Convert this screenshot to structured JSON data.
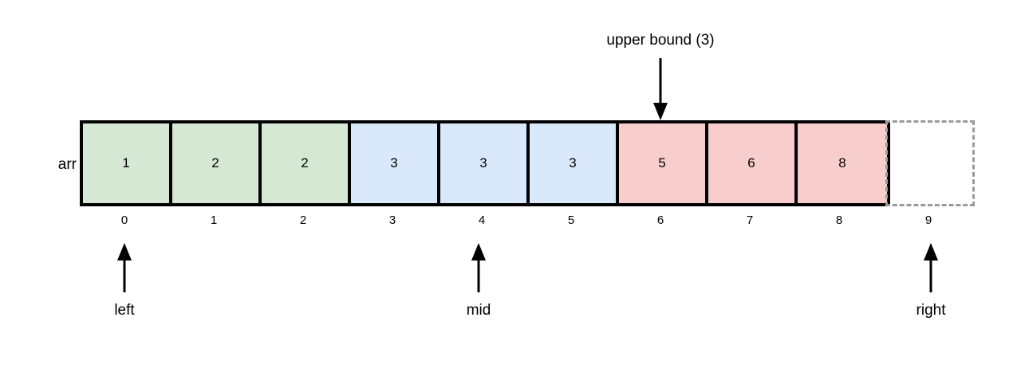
{
  "diagram": {
    "title_annotation": "upper bound (3)",
    "array_name": "arr",
    "cells": [
      {
        "value": "1",
        "index": "0",
        "color": "green"
      },
      {
        "value": "2",
        "index": "1",
        "color": "green"
      },
      {
        "value": "2",
        "index": "2",
        "color": "green"
      },
      {
        "value": "3",
        "index": "3",
        "color": "blue"
      },
      {
        "value": "3",
        "index": "4",
        "color": "blue"
      },
      {
        "value": "3",
        "index": "5",
        "color": "blue"
      },
      {
        "value": "5",
        "index": "6",
        "color": "pink"
      },
      {
        "value": "6",
        "index": "7",
        "color": "pink"
      },
      {
        "value": "8",
        "index": "8",
        "color": "pink"
      }
    ],
    "ghost_cell": {
      "value": "",
      "index": "9"
    },
    "pointers": [
      {
        "label": "left",
        "index": "0"
      },
      {
        "label": "mid",
        "index": "4"
      },
      {
        "label": "right",
        "index": "9"
      }
    ],
    "upper_bound_pointer": {
      "label": "upper bound (3)",
      "index": "6"
    },
    "colors": {
      "green": "#d5e8d4",
      "blue": "#dae8fc",
      "pink": "#f8cecc",
      "border": "#000000",
      "ghost_border": "#9a9a9a",
      "text": "#000000",
      "background": "#ffffff"
    }
  }
}
